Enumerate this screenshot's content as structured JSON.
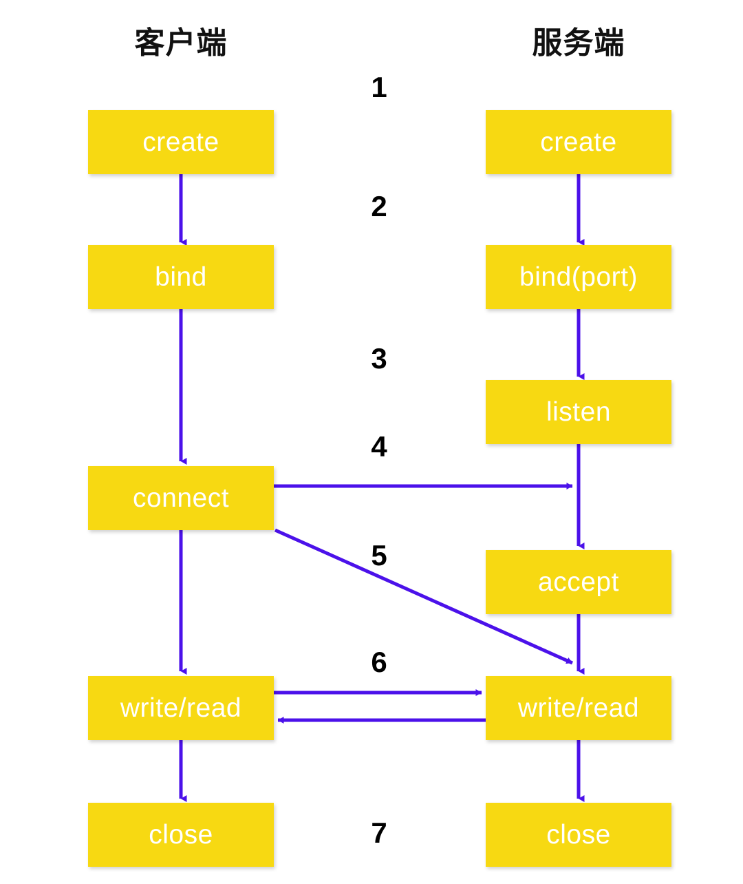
{
  "diagram": {
    "title_client": "客户端",
    "title_server": "服务端",
    "accent_box_color": "#f7d912",
    "accent_arrow_color": "#4b11ea",
    "label_text_color": "#ffffff",
    "background_color": "#ffffff"
  },
  "client": {
    "header": "客户端",
    "nodes": [
      {
        "id": "client-create",
        "label": "create"
      },
      {
        "id": "client-bind",
        "label": "bind"
      },
      {
        "id": "client-connect",
        "label": "connect"
      },
      {
        "id": "client-write-read",
        "label": "write/read"
      },
      {
        "id": "client-close",
        "label": "close"
      }
    ]
  },
  "server": {
    "header": "服务端",
    "nodes": [
      {
        "id": "server-create",
        "label": "create"
      },
      {
        "id": "server-bind",
        "label": "bind(port)"
      },
      {
        "id": "server-listen",
        "label": "listen"
      },
      {
        "id": "server-accept",
        "label": "accept"
      },
      {
        "id": "server-write-read",
        "label": "write/read"
      },
      {
        "id": "server-close",
        "label": "close"
      }
    ]
  },
  "steps": [
    {
      "n": "1"
    },
    {
      "n": "2"
    },
    {
      "n": "3"
    },
    {
      "n": "4"
    },
    {
      "n": "5"
    },
    {
      "n": "6"
    },
    {
      "n": "7"
    }
  ]
}
